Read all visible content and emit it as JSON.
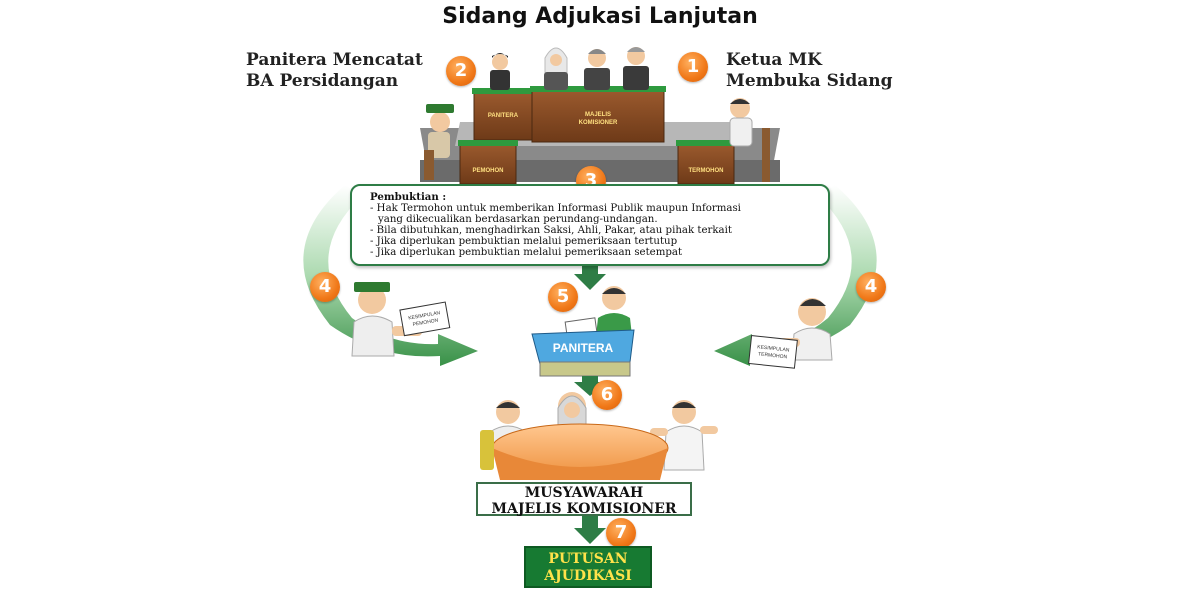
{
  "title": "Sidang Adjukasi Lanjutan",
  "steps": {
    "s1": {
      "number": "1",
      "line1": "Ketua MK",
      "line2": "Membuka Sidang"
    },
    "s2": {
      "number": "2",
      "line1": "Panitera Mencatat",
      "line2": "BA Persidangan"
    },
    "s3": {
      "number": "3"
    },
    "s4_left": {
      "number": "4"
    },
    "s4_right": {
      "number": "4"
    },
    "s5": {
      "number": "5"
    },
    "s6": {
      "number": "6"
    },
    "s7": {
      "number": "7"
    }
  },
  "court_signs": {
    "panitera": "PANITERA",
    "majelis_1": "MAJELIS",
    "majelis_2": "KOMISIONER",
    "pemohon": "PEMOHON",
    "termohon": "TERMOHON"
  },
  "evidence": {
    "heading": "Pembuktian :",
    "items": [
      "- Hak Termohon untuk memberikan Informasi Publik maupun Informasi",
      "  yang dikecualikan berdasarkan perundang-undangan.",
      "- Bila dibutuhkan, menghadirkan Saksi, Ahli, Pakar, atau pihak terkait",
      "- Jika diperlukan pembuktian melalui pemeriksaan tertutup",
      "- Jika diperlukan pembuktian melalui pemeriksaan setempat"
    ]
  },
  "documents": {
    "left_1": "KESIMPULAN",
    "left_2": "PEMOHON",
    "right_1": "KESIMPULAN",
    "right_2": "TERMOHON"
  },
  "panitera_desk": "PANITERA",
  "deliberation": {
    "line1": "MUSYAWARAH",
    "line2": "MAJELIS KOMISIONER"
  },
  "decision": {
    "line1": "PUTUSAN",
    "line2": "AJUDIKASI"
  },
  "colors": {
    "arrow_green": "#2e8b3e",
    "badge_orange": "#f07818",
    "decision_bg": "#177a32",
    "decision_text": "#ffe24a"
  }
}
